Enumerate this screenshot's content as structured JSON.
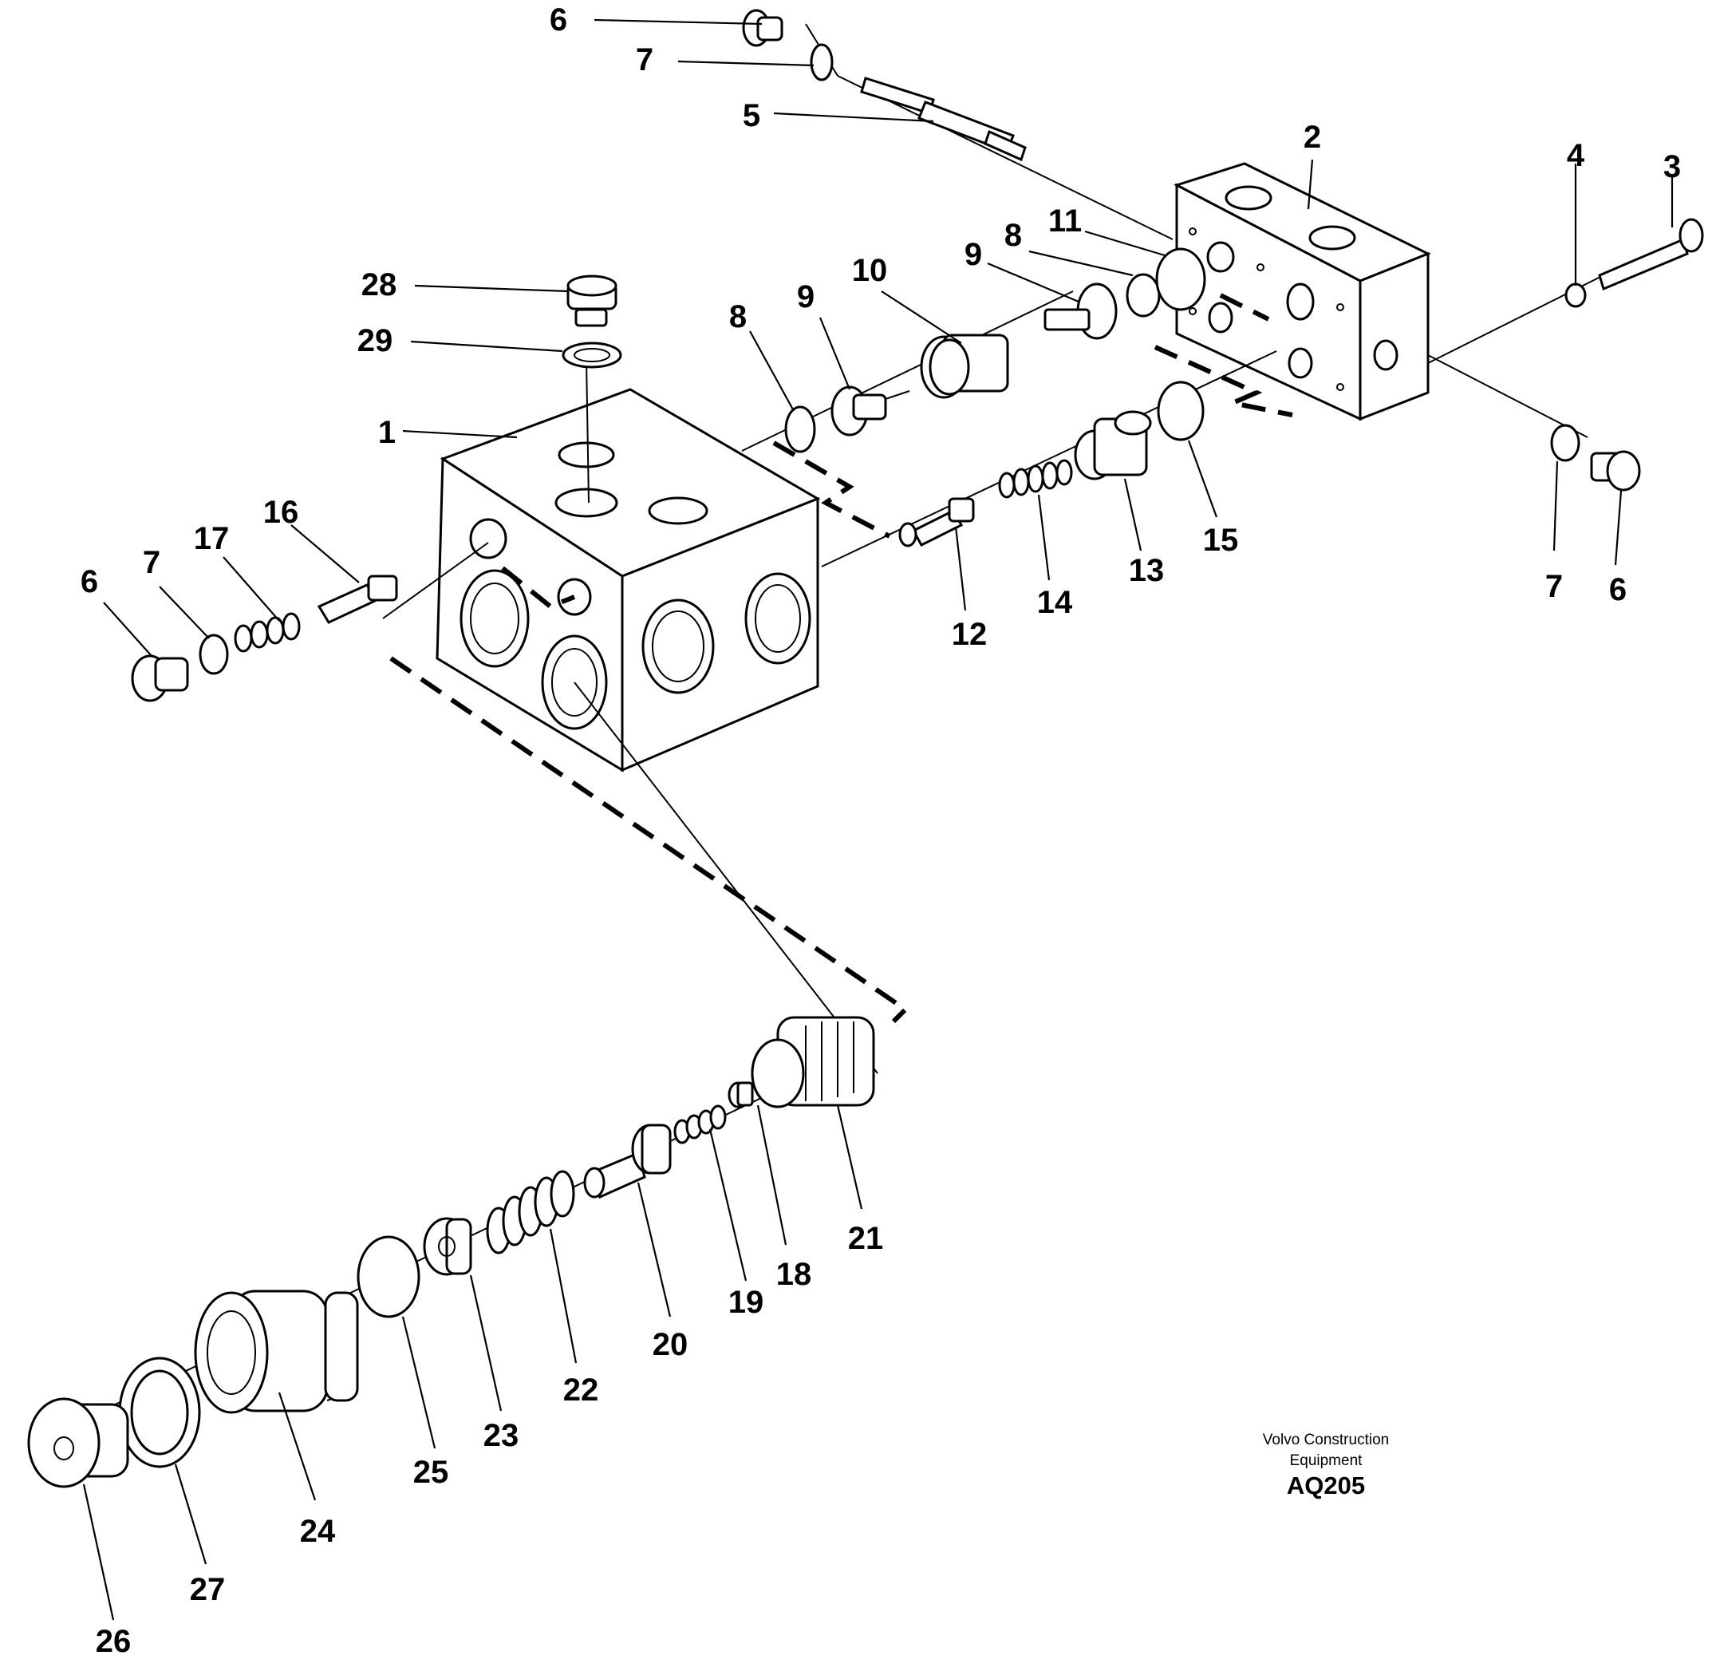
{
  "diagram": {
    "callouts": [
      {
        "id": "c6a",
        "label": "6"
      },
      {
        "id": "c7a",
        "label": "7"
      },
      {
        "id": "c5",
        "label": "5"
      },
      {
        "id": "c2",
        "label": "2"
      },
      {
        "id": "c4",
        "label": "4"
      },
      {
        "id": "c3",
        "label": "3"
      },
      {
        "id": "c28",
        "label": "28"
      },
      {
        "id": "c29",
        "label": "29"
      },
      {
        "id": "c1",
        "label": "1"
      },
      {
        "id": "c8a",
        "label": "8"
      },
      {
        "id": "c9a",
        "label": "9"
      },
      {
        "id": "c10",
        "label": "10"
      },
      {
        "id": "c9b",
        "label": "9"
      },
      {
        "id": "c8b",
        "label": "8"
      },
      {
        "id": "c11",
        "label": "11"
      },
      {
        "id": "c16",
        "label": "16"
      },
      {
        "id": "c17",
        "label": "17"
      },
      {
        "id": "c7b",
        "label": "7"
      },
      {
        "id": "c6b",
        "label": "6"
      },
      {
        "id": "c12",
        "label": "12"
      },
      {
        "id": "c14",
        "label": "14"
      },
      {
        "id": "c13",
        "label": "13"
      },
      {
        "id": "c15",
        "label": "15"
      },
      {
        "id": "c7c",
        "label": "7"
      },
      {
        "id": "c6c",
        "label": "6"
      },
      {
        "id": "c21",
        "label": "21"
      },
      {
        "id": "c18",
        "label": "18"
      },
      {
        "id": "c19",
        "label": "19"
      },
      {
        "id": "c20",
        "label": "20"
      },
      {
        "id": "c22",
        "label": "22"
      },
      {
        "id": "c23",
        "label": "23"
      },
      {
        "id": "c25",
        "label": "25"
      },
      {
        "id": "c24",
        "label": "24"
      },
      {
        "id": "c27",
        "label": "27"
      },
      {
        "id": "c26",
        "label": "26"
      }
    ],
    "credit": {
      "line1": "Volvo Construction",
      "line2": "Equipment",
      "code": "AQ205"
    }
  }
}
